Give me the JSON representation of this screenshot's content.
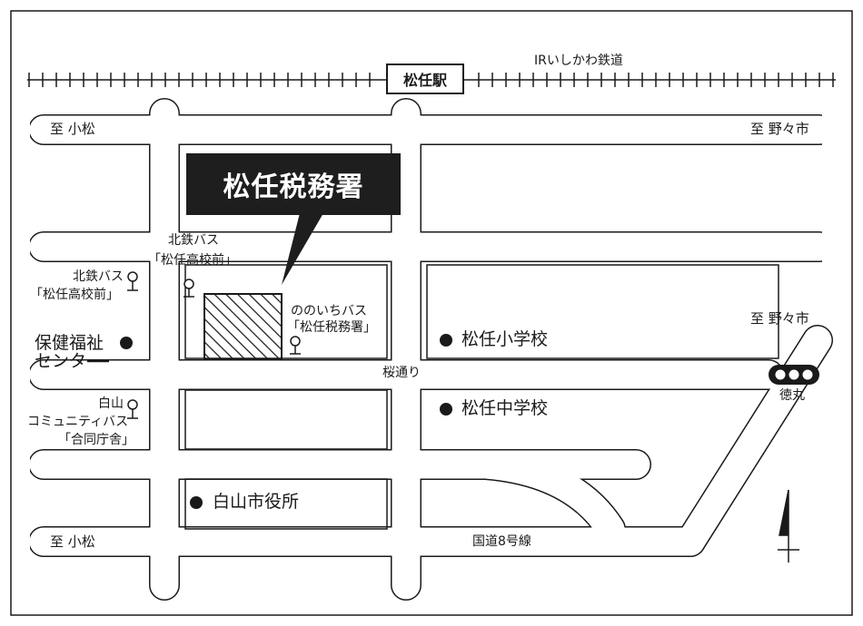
{
  "map": {
    "railway_label": "IRいしかわ鉄道",
    "station_label": "松任駅",
    "target_label": "松任税務署",
    "destinations": {
      "komatsu_top": "至 小松",
      "nonoichi_top": "至 野々市",
      "nonoichi_diag": "至 野々市",
      "komatsu_bottom": "至 小松"
    },
    "street_labels": {
      "sakura": "桜通り",
      "route8": "国道8号線",
      "tokumaru": "徳丸"
    },
    "bus_stops": {
      "hokutetsu_top": {
        "line1": "北鉄バス",
        "line2": "「松任高校前」"
      },
      "hokutetsu_left": {
        "line1": "北鉄バス",
        "line2": "「松任高校前」"
      },
      "nonoichi_bus": {
        "line1": "ののいちバス",
        "line2": "「松任税務署」"
      },
      "hakusan_bus": {
        "line1": "白山",
        "line2": "コミュニティバス",
        "line3": "「合同庁舎」"
      }
    },
    "landmarks": {
      "hoken": {
        "line1": "保健福祉",
        "line2": "センター"
      },
      "elementary": "松任小学校",
      "junior_high": "松任中学校",
      "city_hall": "白山市役所"
    },
    "colors": {
      "ink": "#1a1a1a",
      "target_bg": "#1e1e1e",
      "background": "#ffffff"
    },
    "icons": [
      "bus-stop-icon",
      "landmark-dot-icon",
      "traffic-signal-icon",
      "north-arrow-icon",
      "railway-track"
    ]
  }
}
